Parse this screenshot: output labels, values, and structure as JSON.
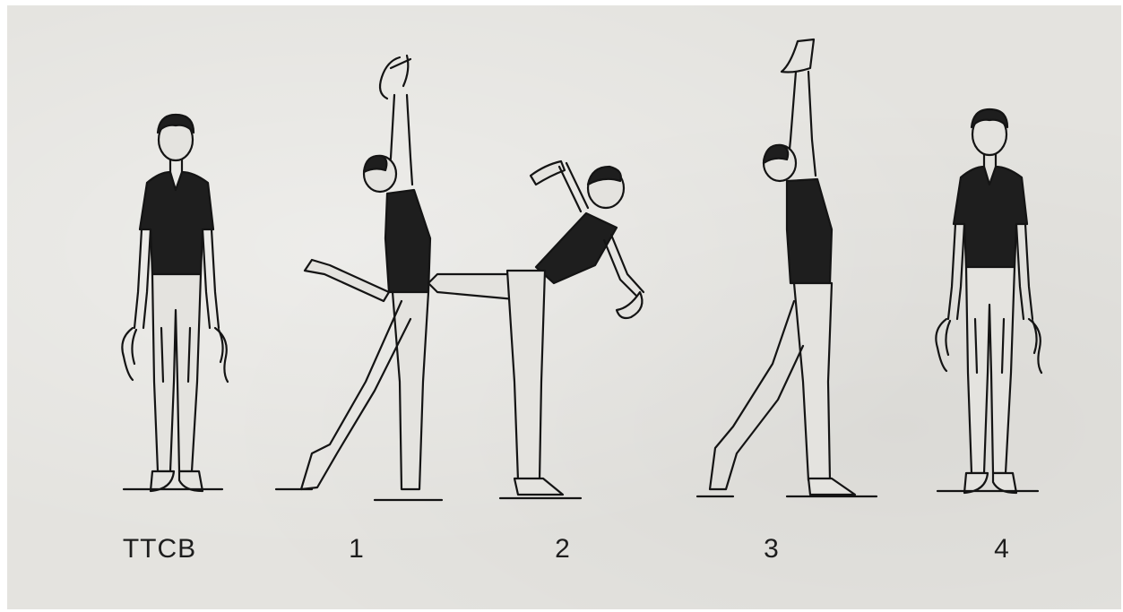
{
  "figures": [
    {
      "label": "TTCB",
      "pose": "standing-front-arms-down"
    },
    {
      "label": "1",
      "pose": "arms-up-leg-back"
    },
    {
      "label": "2",
      "pose": "arabesque-lean-forward"
    },
    {
      "label": "3",
      "pose": "arms-up-leg-back-toe-point"
    },
    {
      "label": "4",
      "pose": "standing-front-arms-down"
    }
  ],
  "colors": {
    "paper": "#e4e3df",
    "ink": "#141414",
    "shirt": "#1e1e1e"
  },
  "props": "scarf-ribbon"
}
